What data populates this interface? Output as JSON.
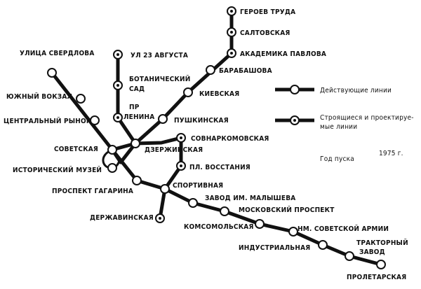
{
  "colors": {
    "line": "#111111",
    "background": "#ffffff"
  },
  "stations": {
    "geroev_truda": "ГЕРОЕВ ТРУДА",
    "saltovskaya": "САЛТОВСКАЯ",
    "akademika_pavlova": "АКАДЕМИКА ПАВЛОВА",
    "barabashova": "БАРАБАШОВА",
    "kievskaya": "КИЕВСКАЯ",
    "pushkinskaya": "ПУШКИНСКАЯ",
    "ul_23_avgusta": "УЛ 23 АВГУСТА",
    "botanicheskiy_sad": [
      "БОТАНИЧЕСКИЙ",
      "САД"
    ],
    "pr_lenina": [
      "ПР",
      "ЛЕНИНА"
    ],
    "ulitsa_sverdlova": "УЛИЦА СВЕРДЛОВА",
    "yuzhny_vokzal": "ЮЖНЫЙ ВОКЗАЛ",
    "tsentralny_rynok": "ЦЕНТРАЛЬНЫЙ РЫНОК",
    "sovetskaya": "СОВЕТСКАЯ",
    "istoricheskiy_muzey": "ИСТОРИЧЕСКИЙ МУЗЕЙ",
    "prospekt_gagarina": "ПРОСПЕКТ ГАГАРИНА",
    "derzhinskaya": "ДЗЕРЖИНСКАЯ",
    "sovnarkomovskaya": "СОВНАРКОМОВСКАЯ",
    "pl_vosstaniya": "ПЛ. ВОССТАНИЯ",
    "sportivnaya": "СПОРТИВНАЯ",
    "derzhavinskaya": "ДЕРЖАВИНСКАЯ",
    "zavod_malysheva": "ЗАВОД ИМ. МАЛЫШЕВА",
    "moskovskiy_prospekt": "МОСКОВСКИЙ ПРОСПЕКТ",
    "komsomolskaya": "КОМСОМОЛЬСКАЯ",
    "nm_sovetskoy_armii": "НМ. СОВЕТСКОЙ АРМИИ",
    "industrialnaya": "ИНДУСТРИАЛЬНАЯ",
    "traktorny_zavod": [
      "ТРАКТОРНЫЙ",
      "ЗАВОД"
    ],
    "proletarskaya": "ПРОЛЕТАРСКАЯ"
  },
  "legend": {
    "operating": "Действующие линии",
    "under_construction": [
      "Строящиеся и проектируе-",
      "мые линии"
    ],
    "start_year_label": "Год пуска",
    "start_year_value": "1975 г."
  }
}
